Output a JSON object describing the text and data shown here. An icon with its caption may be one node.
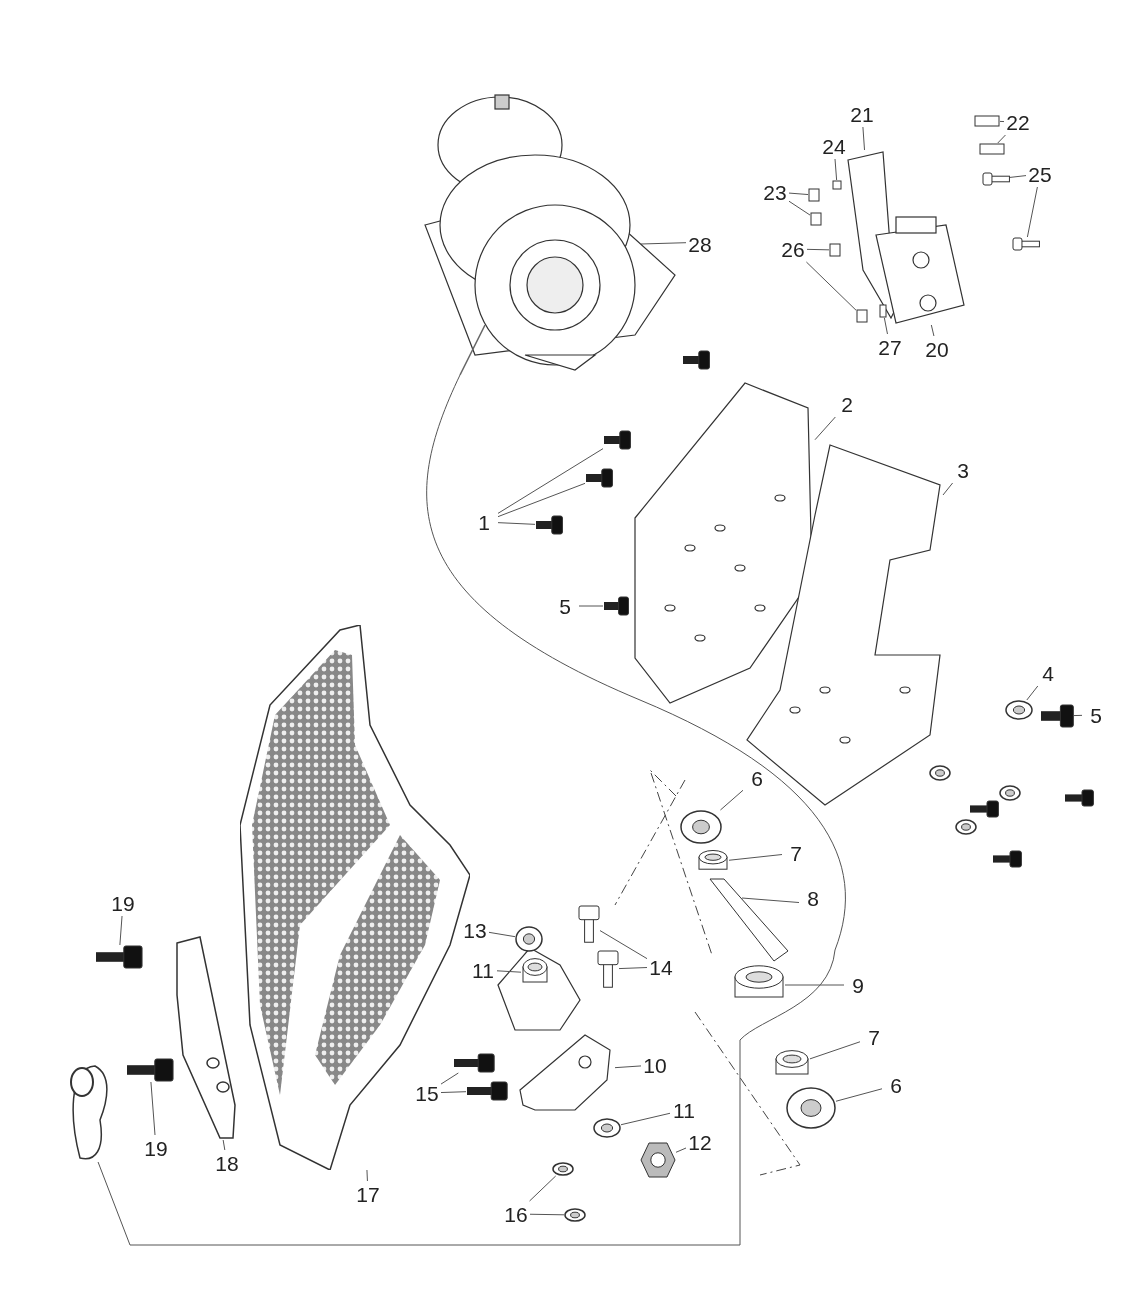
{
  "diagram": {
    "nodes": [
      {
        "text": [
          "21"
        ]
      },
      {
        "text": [
          "22"
        ]
      },
      {
        "text": [
          "24"
        ]
      },
      {
        "text": [
          "23"
        ]
      },
      {
        "text": [
          "25"
        ]
      },
      {
        "text": [
          "28"
        ]
      },
      {
        "text": [
          "26"
        ]
      },
      {
        "text": [
          "27"
        ]
      },
      {
        "text": [
          "20"
        ]
      },
      {
        "text": [
          "2"
        ]
      },
      {
        "text": [
          "3"
        ]
      },
      {
        "text": [
          "1"
        ]
      },
      {
        "text": [
          "5"
        ]
      },
      {
        "text": [
          "4"
        ]
      },
      {
        "text": [
          "5"
        ]
      },
      {
        "text": [
          "6"
        ]
      },
      {
        "text": [
          "7"
        ]
      },
      {
        "text": [
          "8"
        ]
      },
      {
        "text": [
          "19"
        ]
      },
      {
        "text": [
          "13"
        ]
      },
      {
        "text": [
          "11"
        ]
      },
      {
        "text": [
          "14"
        ]
      },
      {
        "text": [
          "9"
        ]
      },
      {
        "text": [
          "10"
        ]
      },
      {
        "text": [
          "7"
        ]
      },
      {
        "text": [
          "15"
        ]
      },
      {
        "text": [
          "6"
        ]
      },
      {
        "text": [
          "11"
        ]
      },
      {
        "text": [
          "12"
        ]
      },
      {
        "text": [
          "19"
        ]
      },
      {
        "text": [
          "18"
        ]
      },
      {
        "text": [
          "17"
        ]
      },
      {
        "text": [
          "16"
        ]
      },
      {
        "text": [],
        "shape": "picture"
      },
      {
        "text": [],
        "shape": "picture"
      },
      {
        "text": [],
        "shape": "box"
      },
      {
        "text": [],
        "shape": "box"
      },
      {
        "text": [],
        "shape": "box"
      },
      {
        "text": [],
        "shape": "box"
      },
      {
        "text": [],
        "shape": "box"
      },
      {
        "text": [],
        "shape": "picture"
      },
      {
        "text": [],
        "shape": "picture"
      },
      {
        "text": [],
        "shape": "picture"
      },
      {
        "text": [],
        "shape": "box"
      },
      {
        "text": [],
        "shape": "box"
      },
      {
        "text": [],
        "shape": "box"
      },
      {
        "text": [],
        "shape": "picture"
      },
      {
        "text": [],
        "shape": "picture"
      },
      {
        "text": [],
        "shape": "picture"
      },
      {
        "text": [],
        "shape": "picture"
      },
      {
        "text": [],
        "shape": "picture"
      },
      {
        "text": [],
        "shape": "picture"
      },
      {
        "text": [],
        "shape": "picture"
      },
      {
        "text": [],
        "shape": "picture"
      },
      {
        "text": [],
        "shape": "picture"
      },
      {
        "text": [],
        "shape": "picture"
      },
      {
        "text": [],
        "shape": "picture"
      },
      {
        "text": [],
        "shape": "picture"
      },
      {
        "text": [],
        "shape": "picture"
      },
      {
        "text": [],
        "shape": "picture"
      },
      {
        "text": [],
        "shape": "picture"
      },
      {
        "text": [],
        "shape": "picture"
      },
      {
        "text": [],
        "shape": "picture"
      },
      {
        "text": [],
        "shape": "picture"
      },
      {
        "text": [],
        "shape": "picture"
      },
      {
        "text": [],
        "shape": "picture"
      },
      {
        "text": [],
        "shape": "picture"
      },
      {
        "text": [],
        "shape": "picture"
      },
      {
        "text": [],
        "shape": "picture"
      },
      {
        "text": [],
        "shape": "picture"
      },
      {
        "text": [],
        "shape": "picture"
      },
      {
        "text": [],
        "shape": "picture"
      },
      {
        "text": [],
        "shape": "picture"
      },
      {
        "text": [],
        "shape": "picture"
      },
      {
        "text": [],
        "shape": "picture"
      },
      {
        "text": [],
        "shape": "picture"
      },
      {
        "text": [],
        "shape": "picture"
      },
      {
        "text": [],
        "shape": "picture"
      },
      {
        "text": [],
        "shape": "picture"
      },
      {
        "text": [],
        "shape": "picture"
      },
      {
        "text": [],
        "shape": "picture"
      },
      {
        "text": [],
        "shape": "picture"
      },
      {
        "text": [],
        "shape": "picture"
      }
    ],
    "edges": [
      {
        "from": 0,
        "to": 33,
        "arrow": "none"
      },
      {
        "from": 1,
        "to": 35,
        "arrow": "none"
      },
      {
        "from": 1,
        "to": 36,
        "arrow": "none"
      },
      {
        "from": 2,
        "to": 37,
        "arrow": "none"
      },
      {
        "from": 3,
        "to": 38,
        "arrow": "none"
      },
      {
        "from": 3,
        "to": 39,
        "arrow": "none"
      },
      {
        "from": 4,
        "to": 40,
        "arrow": "none"
      },
      {
        "from": 4,
        "to": 41,
        "arrow": "none"
      },
      {
        "from": 5,
        "to": 42,
        "arrow": "none"
      },
      {
        "from": 6,
        "to": 43,
        "arrow": "none"
      },
      {
        "from": 6,
        "to": 44,
        "arrow": "none"
      },
      {
        "from": 7,
        "to": 45,
        "arrow": "none"
      },
      {
        "from": 8,
        "to": 34,
        "arrow": "none"
      },
      {
        "from": 9,
        "to": 46,
        "arrow": "none"
      },
      {
        "from": 10,
        "to": 47,
        "arrow": "none"
      },
      {
        "from": 11,
        "to": 48,
        "arrow": "none"
      },
      {
        "from": 11,
        "to": 49,
        "arrow": "none"
      },
      {
        "from": 11,
        "to": 50,
        "arrow": "none"
      },
      {
        "from": 12,
        "to": 51,
        "arrow": "none"
      },
      {
        "from": 13,
        "to": 52,
        "arrow": "none"
      },
      {
        "from": 14,
        "to": 53,
        "arrow": "none"
      },
      {
        "from": 15,
        "to": 54,
        "arrow": "none"
      },
      {
        "from": 16,
        "to": 55,
        "arrow": "none"
      },
      {
        "from": 17,
        "to": 56,
        "arrow": "none"
      },
      {
        "from": 18,
        "to": 69,
        "arrow": "none"
      },
      {
        "from": 19,
        "to": 58,
        "arrow": "none"
      },
      {
        "from": 20,
        "to": 59,
        "arrow": "none"
      },
      {
        "from": 21,
        "to": 60,
        "arrow": "none"
      },
      {
        "from": 21,
        "to": 61,
        "arrow": "none"
      },
      {
        "from": 22,
        "to": 57,
        "arrow": "none"
      },
      {
        "from": 23,
        "to": 62,
        "arrow": "none"
      },
      {
        "from": 24,
        "to": 63,
        "arrow": "none"
      },
      {
        "from": 25,
        "to": 64,
        "arrow": "none"
      },
      {
        "from": 25,
        "to": 65,
        "arrow": "none"
      },
      {
        "from": 26,
        "to": 66,
        "arrow": "none"
      },
      {
        "from": 27,
        "to": 67,
        "arrow": "none"
      },
      {
        "from": 28,
        "to": 68,
        "arrow": "none"
      },
      {
        "from": 29,
        "to": 70,
        "arrow": "none"
      },
      {
        "from": 30,
        "to": 71,
        "arrow": "none"
      },
      {
        "from": 31,
        "to": 72,
        "arrow": "none"
      },
      {
        "from": 32,
        "to": 73,
        "arrow": "none"
      },
      {
        "from": 32,
        "to": 74,
        "arrow": "none"
      },
      {
        "from": 42,
        "to": 75,
        "arrow": "none"
      }
    ]
  }
}
